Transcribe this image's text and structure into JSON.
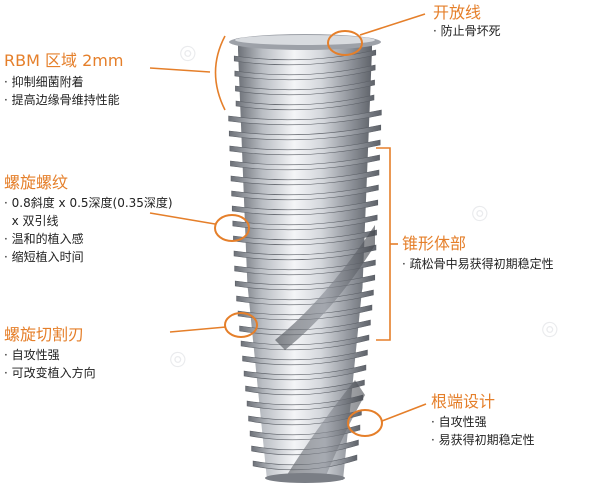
{
  "colors": {
    "accent": "#e57f2a",
    "text": "#222222",
    "implant_light": "#e9ebee",
    "implant_dark": "#5f636a"
  },
  "annotations": {
    "top": {
      "title": "开放线",
      "bullets": [
        "· 防止骨坏死"
      ]
    },
    "rbm": {
      "title": "RBM 区域 2mm",
      "bullets": [
        "· 抑制细菌附着",
        "· 提高边缘骨维持性能"
      ]
    },
    "thread": {
      "title": "螺旋螺纹",
      "bullets": [
        "· 0.8斜度 x 0.5深度(0.35深度)",
        "  x 双引线",
        "· 温和的植入感",
        "· 缩短植入时间"
      ]
    },
    "taper": {
      "title": "锥形体部",
      "bullets": [
        "· 疏松骨中易获得初期稳定性"
      ]
    },
    "cutting": {
      "title": "螺旋切割刃",
      "bullets": [
        "· 自攻性强",
        "· 可改变植入方向"
      ]
    },
    "apex": {
      "title": "根端设计",
      "bullets": [
        "· 自攻性强",
        "· 易获得初期稳定性"
      ]
    }
  }
}
